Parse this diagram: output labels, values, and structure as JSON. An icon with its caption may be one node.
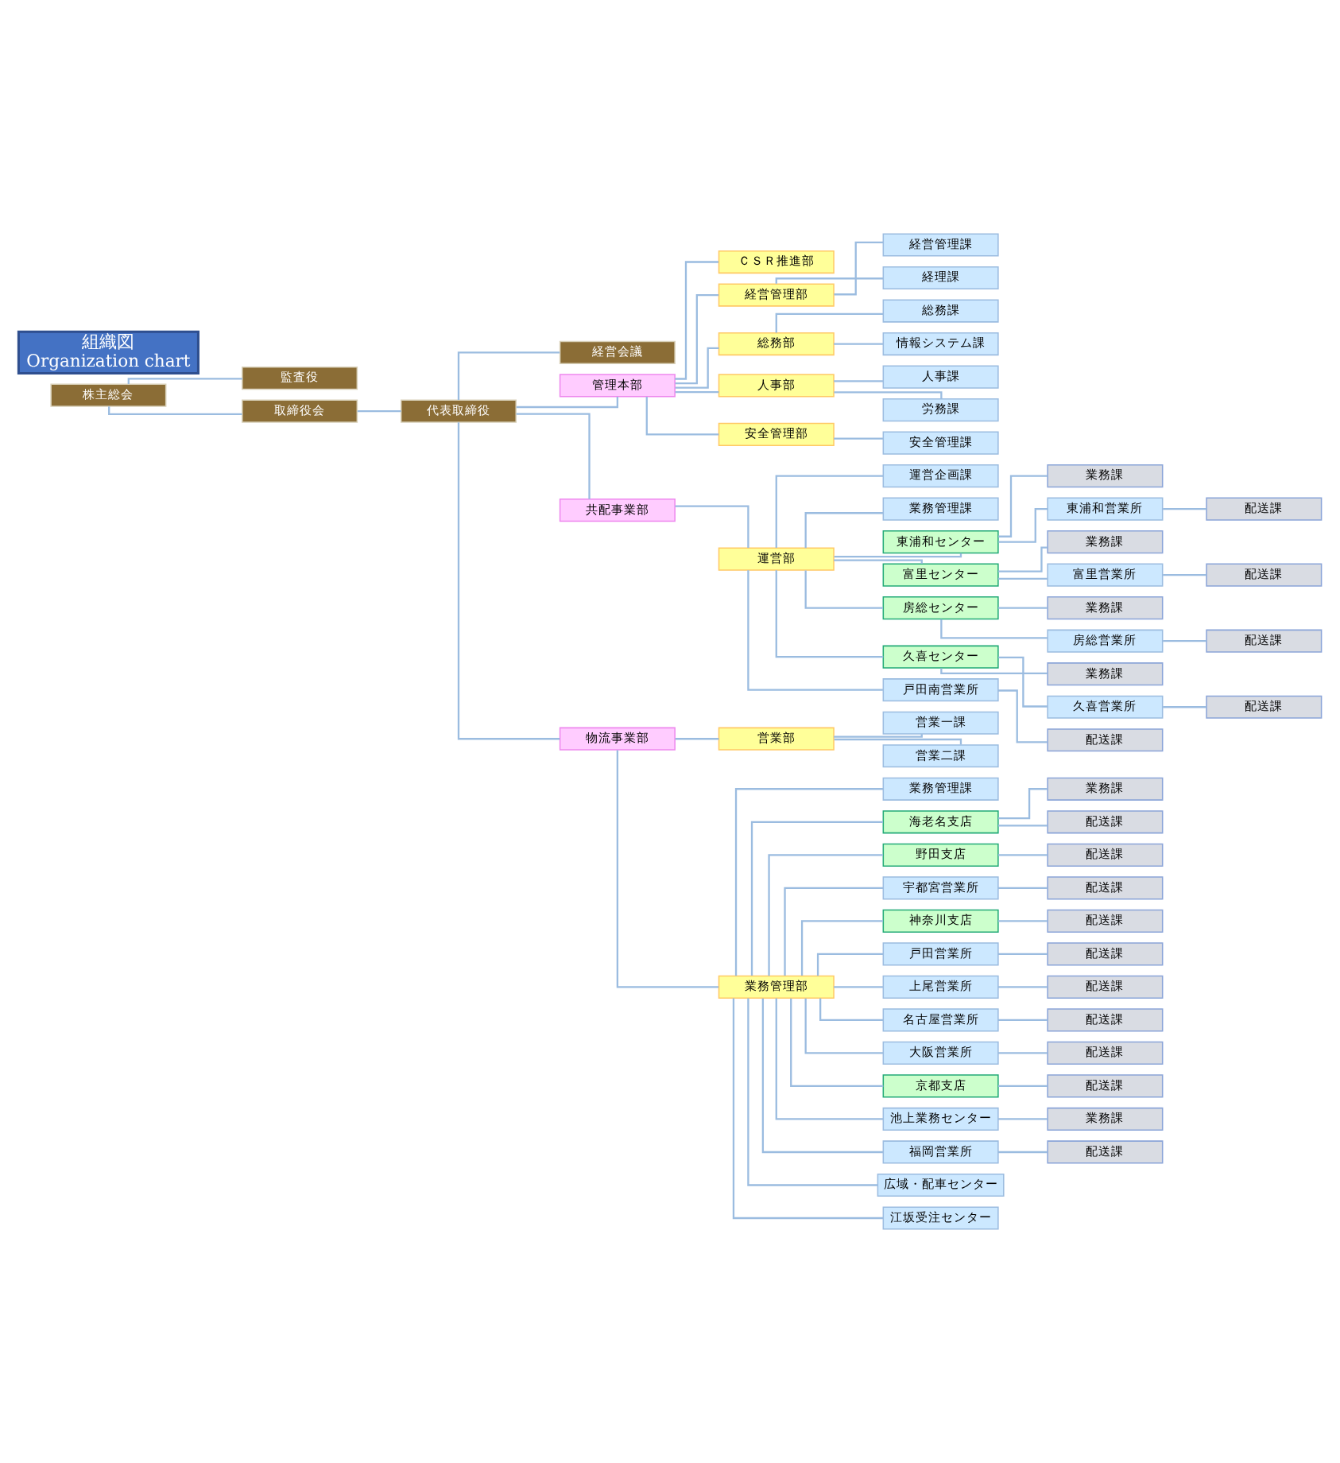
{
  "diagram": {
    "nodes": [
      {
        "text": [
          "組織図",
          "Organization chart"
        ]
      },
      {
        "text": [
          "株主総会"
        ]
      },
      {
        "text": [
          "監査役"
        ]
      },
      {
        "text": [
          "取締役会"
        ]
      },
      {
        "text": [
          "代表取締役"
        ]
      },
      {
        "text": [
          "経営会議"
        ]
      },
      {
        "text": [
          "管理本部"
        ]
      },
      {
        "text": [
          "ＣＳＲ推進部"
        ]
      },
      {
        "text": [
          "経営管理部"
        ]
      },
      {
        "text": [
          "経営管理課"
        ]
      },
      {
        "text": [
          "経理課"
        ]
      },
      {
        "text": [
          "総務部"
        ]
      },
      {
        "text": [
          "総務課"
        ]
      },
      {
        "text": [
          "情報システム課"
        ]
      },
      {
        "text": [
          "人事部"
        ]
      },
      {
        "text": [
          "人事課"
        ]
      },
      {
        "text": [
          "労務課"
        ]
      },
      {
        "text": [
          "安全管理部"
        ]
      },
      {
        "text": [
          "安全管理課"
        ]
      },
      {
        "text": [
          "共配事業部"
        ]
      },
      {
        "text": [
          "運営部"
        ]
      },
      {
        "text": [
          "運営企画課"
        ]
      },
      {
        "text": [
          "業務管理課"
        ]
      },
      {
        "text": [
          "東浦和センター"
        ]
      },
      {
        "text": [
          "業務課"
        ]
      },
      {
        "text": [
          "東浦和営業所"
        ]
      },
      {
        "text": [
          "配送課"
        ]
      },
      {
        "text": [
          "富里センター"
        ]
      },
      {
        "text": [
          "業務課"
        ]
      },
      {
        "text": [
          "富里営業所"
        ]
      },
      {
        "text": [
          "配送課"
        ]
      },
      {
        "text": [
          "房総センター"
        ]
      },
      {
        "text": [
          "業務課"
        ]
      },
      {
        "text": [
          "房総営業所"
        ]
      },
      {
        "text": [
          "配送課"
        ]
      },
      {
        "text": [
          "久喜センター"
        ]
      },
      {
        "text": [
          "業務課"
        ]
      },
      {
        "text": [
          "久喜営業所"
        ]
      },
      {
        "text": [
          "配送課"
        ]
      },
      {
        "text": [
          "戸田南営業所"
        ]
      },
      {
        "text": [
          "配送課"
        ]
      },
      {
        "text": [
          "物流事業部"
        ]
      },
      {
        "text": [
          "営業部"
        ]
      },
      {
        "text": [
          "営業一課"
        ]
      },
      {
        "text": [
          "営業二課"
        ]
      },
      {
        "text": [
          "業務管理部"
        ]
      },
      {
        "text": [
          "業務管理課"
        ]
      },
      {
        "text": [
          "海老名支店"
        ]
      },
      {
        "text": [
          "業務課"
        ]
      },
      {
        "text": [
          "配送課"
        ]
      },
      {
        "text": [
          "野田支店"
        ]
      },
      {
        "text": [
          "配送課"
        ]
      },
      {
        "text": [
          "宇都宮営業所"
        ]
      },
      {
        "text": [
          "配送課"
        ]
      },
      {
        "text": [
          "神奈川支店"
        ]
      },
      {
        "text": [
          "配送課"
        ]
      },
      {
        "text": [
          "戸田営業所"
        ]
      },
      {
        "text": [
          "配送課"
        ]
      },
      {
        "text": [
          "上尾営業所"
        ]
      },
      {
        "text": [
          "配送課"
        ]
      },
      {
        "text": [
          "名古屋営業所"
        ]
      },
      {
        "text": [
          "配送課"
        ]
      },
      {
        "text": [
          "大阪営業所"
        ]
      },
      {
        "text": [
          "配送課"
        ]
      },
      {
        "text": [
          "京都支店"
        ]
      },
      {
        "text": [
          "配送課"
        ]
      },
      {
        "text": [
          "池上業務センター"
        ]
      },
      {
        "text": [
          "業務課"
        ]
      },
      {
        "text": [
          "福岡営業所"
        ]
      },
      {
        "text": [
          "配送課"
        ]
      },
      {
        "text": [
          "広域・配車センター"
        ]
      },
      {
        "text": [
          "江坂受注センター"
        ]
      }
    ],
    "edges": [
      {
        "from": 1,
        "to": 3,
        "arrow": "none"
      },
      {
        "from": 1,
        "to": 2,
        "arrow": "none"
      },
      {
        "from": 3,
        "to": 4,
        "arrow": "none"
      },
      {
        "from": 4,
        "to": 5,
        "arrow": "none"
      },
      {
        "from": 4,
        "to": 6,
        "arrow": "none"
      },
      {
        "from": 4,
        "to": 19,
        "arrow": "none"
      },
      {
        "from": 4,
        "to": 41,
        "arrow": "none"
      },
      {
        "from": 6,
        "to": 7,
        "arrow": "none"
      },
      {
        "from": 6,
        "to": 8,
        "arrow": "none"
      },
      {
        "from": 6,
        "to": 11,
        "arrow": "none"
      },
      {
        "from": 6,
        "to": 14,
        "arrow": "none"
      },
      {
        "from": 6,
        "to": 17,
        "arrow": "none"
      },
      {
        "from": 8,
        "to": 9,
        "arrow": "none"
      },
      {
        "from": 8,
        "to": 10,
        "arrow": "none"
      },
      {
        "from": 11,
        "to": 12,
        "arrow": "none"
      },
      {
        "from": 11,
        "to": 13,
        "arrow": "none"
      },
      {
        "from": 14,
        "to": 15,
        "arrow": "none"
      },
      {
        "from": 14,
        "to": 16,
        "arrow": "none"
      },
      {
        "from": 17,
        "to": 18,
        "arrow": "none"
      },
      {
        "from": 19,
        "to": 20,
        "arrow": "none"
      },
      {
        "from": 20,
        "to": 21,
        "arrow": "none"
      },
      {
        "from": 20,
        "to": 22,
        "arrow": "none"
      },
      {
        "from": 20,
        "to": 23,
        "arrow": "none"
      },
      {
        "from": 23,
        "to": 24,
        "arrow": "none"
      },
      {
        "from": 23,
        "to": 25,
        "arrow": "none"
      },
      {
        "from": 25,
        "to": 26,
        "arrow": "none"
      },
      {
        "from": 20,
        "to": 27,
        "arrow": "none"
      },
      {
        "from": 27,
        "to": 28,
        "arrow": "none"
      },
      {
        "from": 27,
        "to": 29,
        "arrow": "none"
      },
      {
        "from": 29,
        "to": 30,
        "arrow": "none"
      },
      {
        "from": 20,
        "to": 31,
        "arrow": "none"
      },
      {
        "from": 31,
        "to": 32,
        "arrow": "none"
      },
      {
        "from": 31,
        "to": 33,
        "arrow": "none"
      },
      {
        "from": 33,
        "to": 34,
        "arrow": "none"
      },
      {
        "from": 20,
        "to": 35,
        "arrow": "none"
      },
      {
        "from": 35,
        "to": 36,
        "arrow": "none"
      },
      {
        "from": 35,
        "to": 37,
        "arrow": "none"
      },
      {
        "from": 37,
        "to": 38,
        "arrow": "none"
      },
      {
        "from": 20,
        "to": 39,
        "arrow": "none"
      },
      {
        "from": 39,
        "to": 40,
        "arrow": "none"
      },
      {
        "from": 41,
        "to": 42,
        "arrow": "none"
      },
      {
        "from": 42,
        "to": 43,
        "arrow": "none"
      },
      {
        "from": 42,
        "to": 44,
        "arrow": "none"
      },
      {
        "from": 41,
        "to": 45,
        "arrow": "none"
      },
      {
        "from": 45,
        "to": 46,
        "arrow": "none"
      },
      {
        "from": 45,
        "to": 47,
        "arrow": "none"
      },
      {
        "from": 47,
        "to": 48,
        "arrow": "none"
      },
      {
        "from": 47,
        "to": 49,
        "arrow": "none"
      },
      {
        "from": 45,
        "to": 50,
        "arrow": "none"
      },
      {
        "from": 50,
        "to": 51,
        "arrow": "none"
      },
      {
        "from": 45,
        "to": 52,
        "arrow": "none"
      },
      {
        "from": 52,
        "to": 53,
        "arrow": "none"
      },
      {
        "from": 45,
        "to": 54,
        "arrow": "none"
      },
      {
        "from": 54,
        "to": 55,
        "arrow": "none"
      },
      {
        "from": 45,
        "to": 56,
        "arrow": "none"
      },
      {
        "from": 56,
        "to": 57,
        "arrow": "none"
      },
      {
        "from": 45,
        "to": 58,
        "arrow": "none"
      },
      {
        "from": 58,
        "to": 59,
        "arrow": "none"
      },
      {
        "from": 45,
        "to": 60,
        "arrow": "none"
      },
      {
        "from": 60,
        "to": 61,
        "arrow": "none"
      },
      {
        "from": 45,
        "to": 62,
        "arrow": "none"
      },
      {
        "from": 62,
        "to": 63,
        "arrow": "none"
      },
      {
        "from": 45,
        "to": 64,
        "arrow": "none"
      },
      {
        "from": 64,
        "to": 65,
        "arrow": "none"
      },
      {
        "from": 45,
        "to": 66,
        "arrow": "none"
      },
      {
        "from": 66,
        "to": 67,
        "arrow": "none"
      },
      {
        "from": 45,
        "to": 68,
        "arrow": "none"
      },
      {
        "from": 68,
        "to": 69,
        "arrow": "none"
      },
      {
        "from": 45,
        "to": 70,
        "arrow": "none"
      },
      {
        "from": 45,
        "to": 71,
        "arrow": "none"
      }
    ]
  }
}
